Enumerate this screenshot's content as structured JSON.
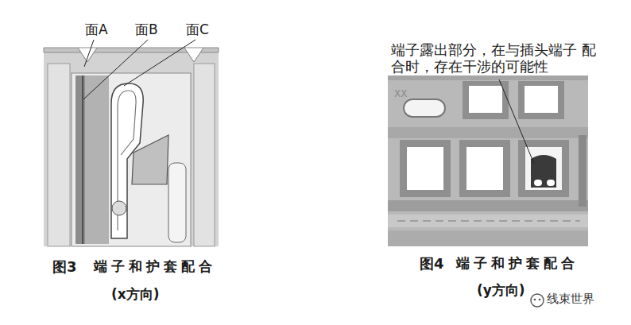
{
  "diagram": {
    "labels": [
      "面A",
      "面B",
      "面C",
      "端子露出部分，在与插头端子 配合时，存在干涉的可能性",
      "图3",
      "端子和护套配合",
      "(x方向)",
      "图4",
      "端子和护套配合",
      "(y方向)",
      "XX",
      "线束世界"
    ]
  }
}
